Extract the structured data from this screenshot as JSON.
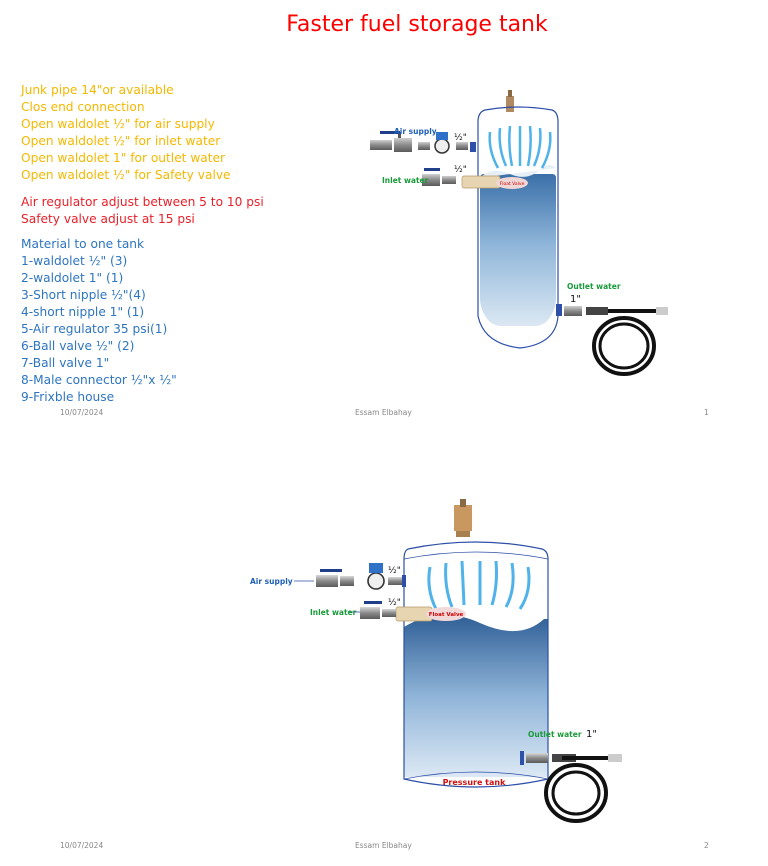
{
  "slide1": {
    "title": "Faster fuel storage tank",
    "steps": [
      "Junk pipe 14\"or available",
      "Clos end connection",
      "Open waldolet ½\" for air supply",
      "Open waldolet ½\" for inlet water",
      "Open waldolet 1\" for outlet water",
      "Open waldolet ½\" for Safety valve"
    ],
    "adjust": [
      "Air regulator adjust between 5 to 10 psi",
      "Safety valve adjust at 15 psi"
    ],
    "materials_heading": "Material to one tank",
    "materials": [
      "1-waldolet ½\" (3)",
      "2-waldolet 1\" (1)",
      "3-Short nipple ½\"(4)",
      "4-short nipple 1\" (1)",
      "5-Air regulator 35 psi(1)",
      "6-Ball valve ½\" (2)",
      "7-Ball valve 1\"",
      "8-Male connector ½\"x ½\"",
      "9-Frixble house"
    ],
    "diagram": {
      "air_supply": "Air supply",
      "inlet_water": "Inlet water",
      "outlet_water": "Outlet water",
      "half_inch_1": "½\"",
      "half_inch_2": "½\"",
      "one_inch": "1\"",
      "float_valve": "Float Valve"
    },
    "footer": {
      "date": "10/07/2024",
      "author": "Essam Elbahay",
      "page": "1"
    }
  },
  "slide2": {
    "diagram": {
      "air_supply": "Air supply",
      "inlet_water": "Inlet water",
      "outlet_water": "Outlet water",
      "half_inch_1": "½\"",
      "half_inch_2": "½\"",
      "one_inch": "1\"",
      "float_valve": "Float Valve",
      "pressure_tank": "Pressure tank"
    },
    "footer": {
      "date": "10/07/2024",
      "author": "Essam Elbahay",
      "page": "2"
    }
  },
  "colors": {
    "title": "#ff0000",
    "steps": "#f5b800",
    "adjust": "#e8202a",
    "materials": "#2e75c0",
    "label_blue": "#1f5fb5",
    "label_green": "#1a9a3a",
    "tank_outline": "#2d4fa8"
  }
}
